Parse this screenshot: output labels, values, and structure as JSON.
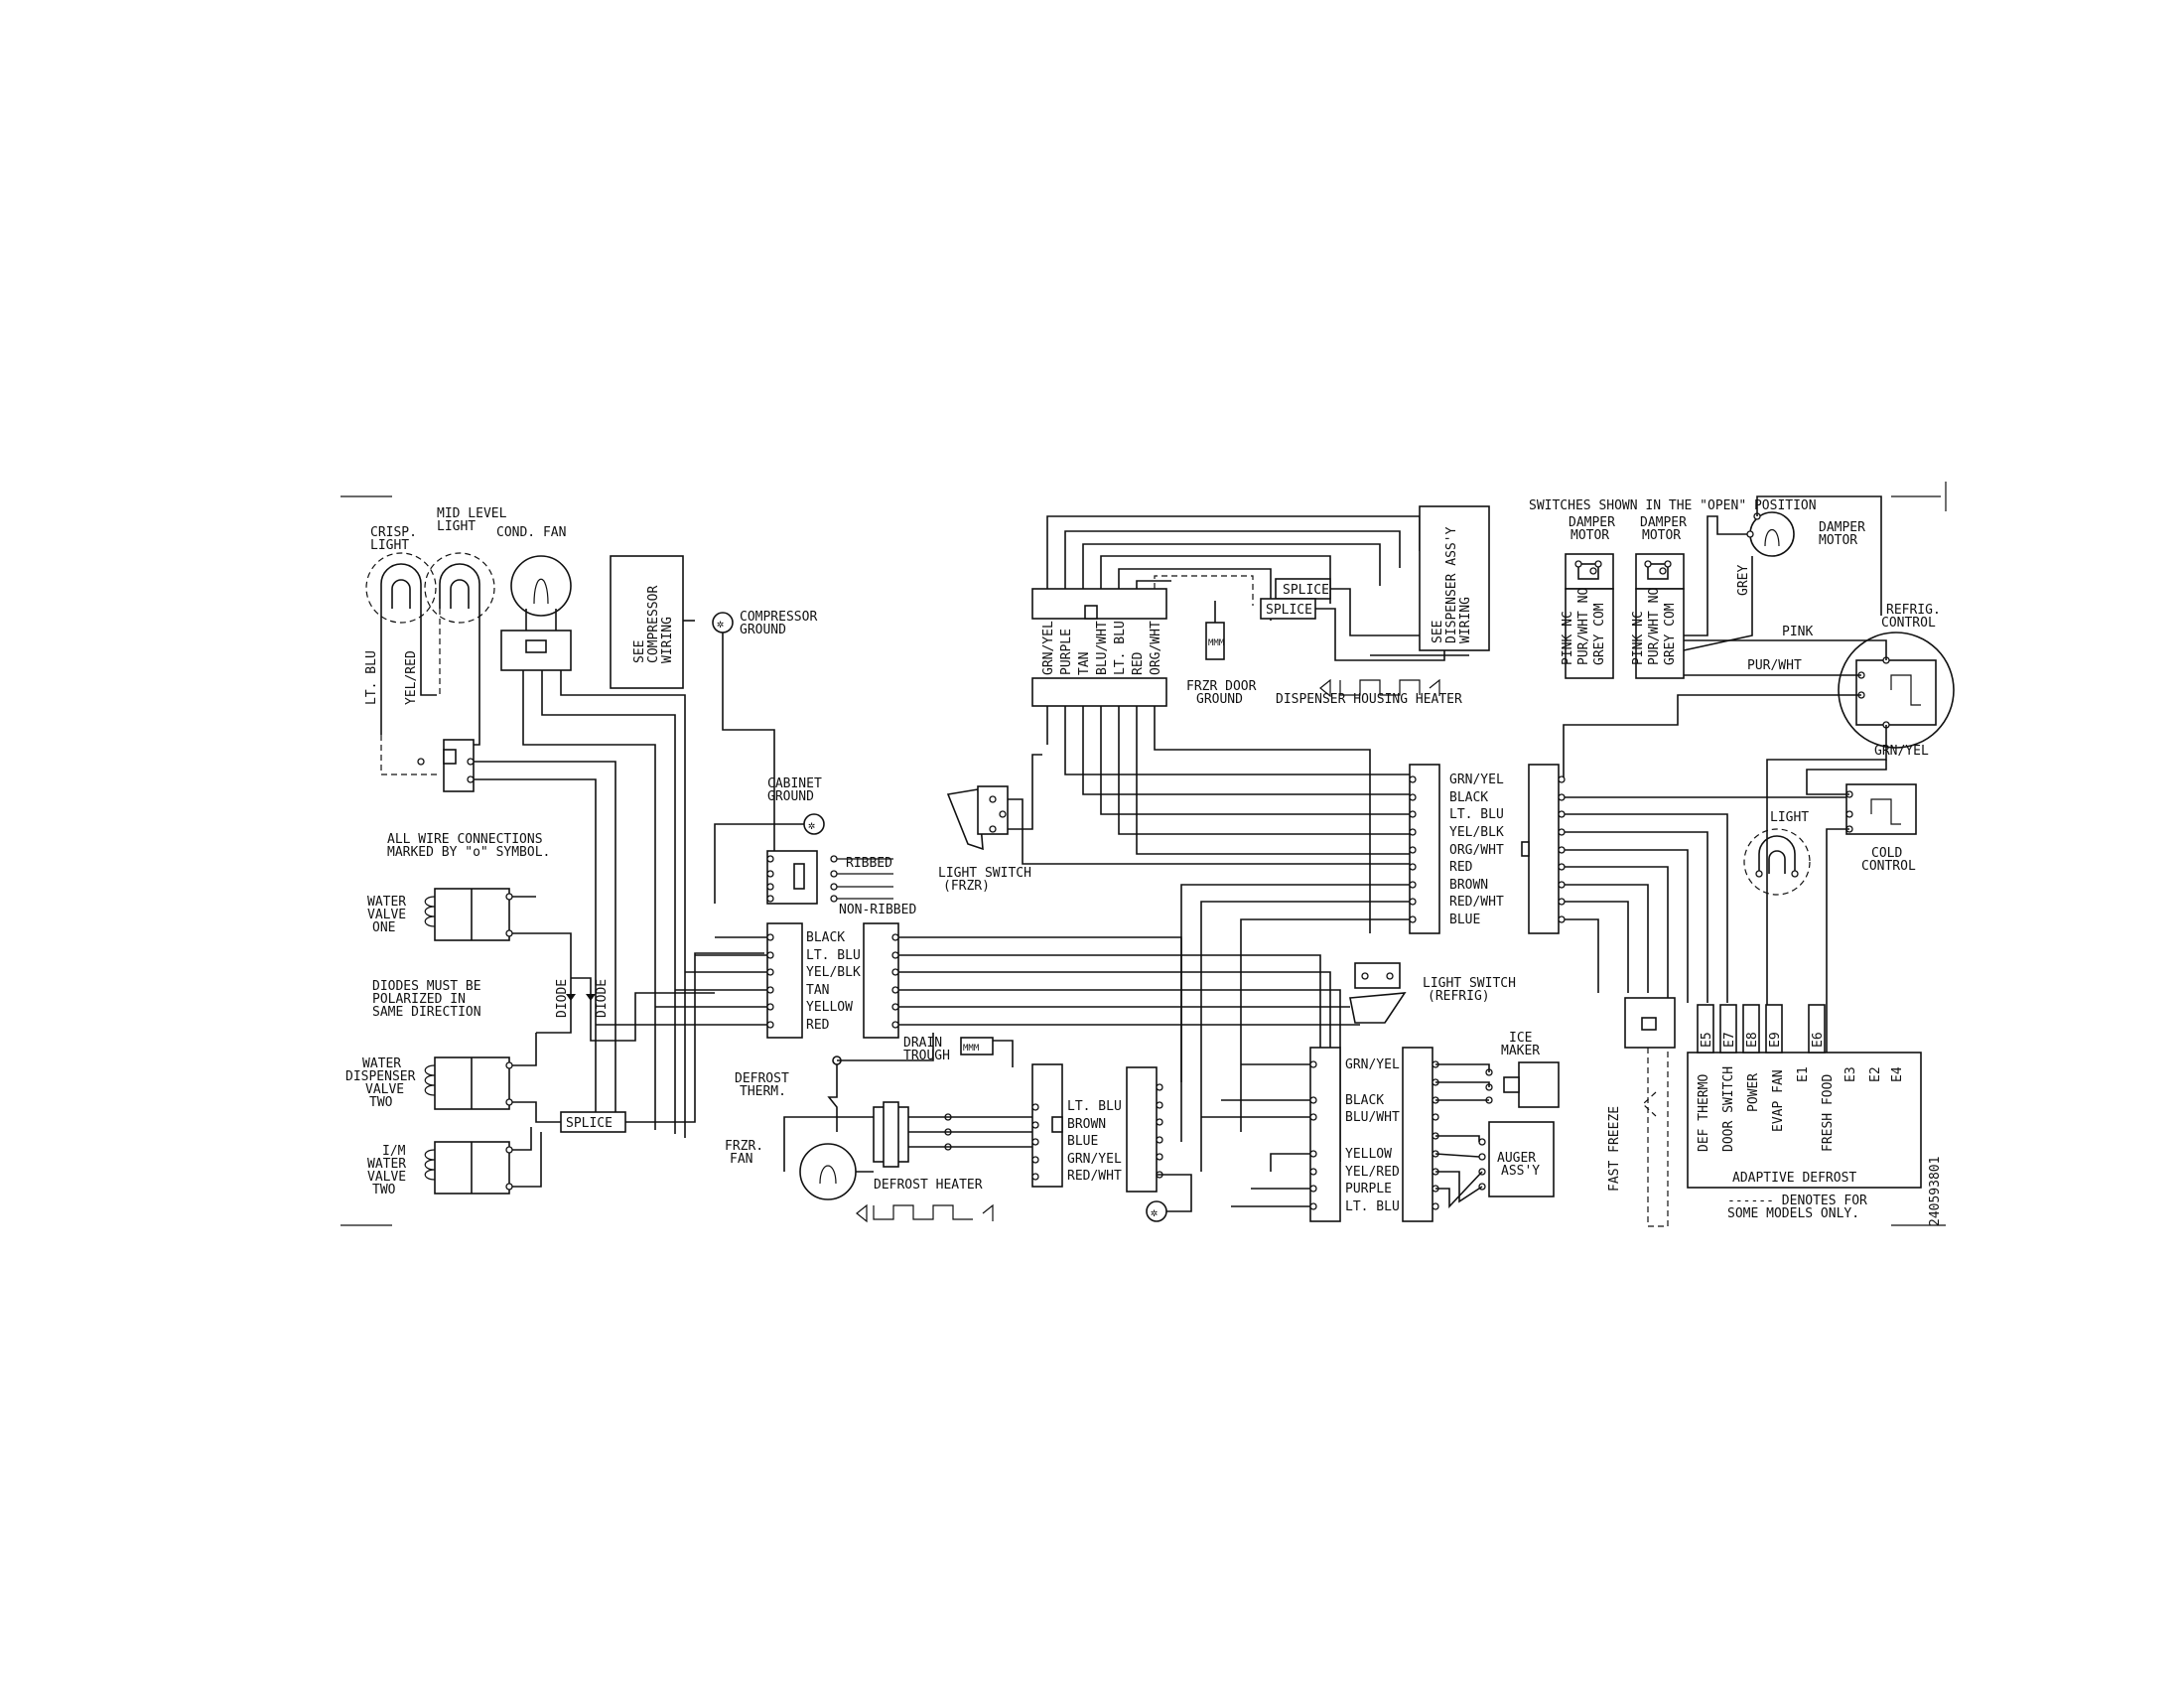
{
  "components": {
    "crisp_light": [
      "CRISP.",
      "LIGHT"
    ],
    "mid_level_light": [
      "MID LEVEL",
      "LIGHT"
    ],
    "cond_fan": "COND. FAN",
    "see_compressor_wiring": [
      "SEE",
      "COMPRESSOR",
      "WIRING"
    ],
    "compressor_ground": [
      "COMPRESSOR",
      "GROUND"
    ],
    "cabinet_ground": [
      "CABINET",
      "GROUND"
    ],
    "ribbed": "RIBBED",
    "non_ribbed": "NON-RIBBED",
    "light_switch_frzr": [
      "LIGHT SWITCH",
      "(FRZR)"
    ],
    "water_valve_one": [
      "WATER",
      "VALVE",
      "ONE"
    ],
    "water_dispenser_valve_two": [
      "WATER",
      "DISPENSER",
      "VALVE",
      "TWO"
    ],
    "im_water_valve_two": [
      "I/M",
      "WATER",
      "VALVE",
      "TWO"
    ],
    "diode": "DIODE",
    "splice": "SPLICE",
    "drain_trough": [
      "DRAIN",
      "TROUGH"
    ],
    "defrost_therm": [
      "DEFROST",
      "THERM."
    ],
    "frzr_fan": [
      "FRZR.",
      "FAN"
    ],
    "defrost_heater": "DEFROST HEATER",
    "frzr_door_ground": [
      "FRZR DOOR",
      "GROUND"
    ],
    "dispenser_housing_heater": "DISPENSER HOUSING HEATER",
    "see_dispenser_assy_wiring": [
      "SEE",
      "DISPENSER ASS'Y",
      "WIRING"
    ],
    "light_switch_refrig": [
      "LIGHT SWITCH",
      "(REFRIG)"
    ],
    "ice_maker": [
      "ICE",
      "MAKER"
    ],
    "auger_assy": [
      "AUGER",
      "ASS'Y"
    ],
    "damper_motor_1": [
      "DAMPER",
      "MOTOR"
    ],
    "damper_motor_2": [
      "DAMPER",
      "MOTOR"
    ],
    "damper_motor_3": [
      "DAMPER",
      "MOTOR"
    ],
    "refrig_control": [
      "REFRIG.",
      "CONTROL"
    ],
    "cold_control": [
      "COLD",
      "CONTROL"
    ],
    "light": "LIGHT",
    "fast_freeze": "FAST FREEZE",
    "adaptive_defrost": "ADAPTIVE DEFROST"
  },
  "notes": {
    "all_wire_connections": [
      "ALL WIRE CONNECTIONS",
      "MARKED BY \"o\" SYMBOL."
    ],
    "diodes_polarized": [
      "DIODES MUST BE",
      "POLARIZED IN",
      "SAME DIRECTION"
    ],
    "switches_open": "SWITCHES SHOWN IN THE \"OPEN\" POSITION",
    "denotes": [
      "------ DENOTES FOR",
      "SOME MODELS ONLY."
    ],
    "part_number": "240593801"
  },
  "wire_labels": {
    "left_vertical": [
      "LT. BLU",
      "YEL/RED"
    ],
    "center_harness": [
      "BLACK",
      "LT. BLU",
      "YEL/BLK",
      "TAN",
      "YELLOW",
      "RED"
    ],
    "top_connector": [
      "GRN/YEL",
      "PURPLE",
      "TAN",
      "BLU/WHT",
      "LT. BLU",
      "RED",
      "ORG/WHT"
    ],
    "right_of_center_connector": [
      "GRN/YEL",
      "BLACK",
      "LT. BLU",
      "YEL/BLK",
      "ORG/WHT",
      "RED",
      "BROWN",
      "RED/WHT",
      "BLUE"
    ],
    "defrost_connector": [
      "LT. BLU",
      "BROWN",
      "BLUE",
      "GRN/YEL",
      "RED/WHT"
    ],
    "icemaker_connector": [
      "GRN/YEL",
      "BLACK",
      "BLU/WHT",
      "YELLOW",
      "YEL/RED",
      "PURPLE",
      "LT. BLU"
    ],
    "damper_switch": [
      "PINK NC",
      "PUR/WHT NO",
      "GREY COM",
      "PINK NC",
      "PUR/WHT NO",
      "GREY COM"
    ],
    "damper_wire": "GREY",
    "refrig_control_wires": [
      "PINK",
      "PUR/WHT",
      "GRN/YEL"
    ],
    "adaptive_terminals": [
      "E5",
      "E7",
      "E8",
      "E9",
      "E6"
    ],
    "adaptive_functions": [
      "DEF THERMO",
      "DOOR SWITCH",
      "POWER",
      "EVAP FAN",
      "E1",
      "FRESH FOOD",
      "E3",
      "E2",
      "E4"
    ]
  }
}
